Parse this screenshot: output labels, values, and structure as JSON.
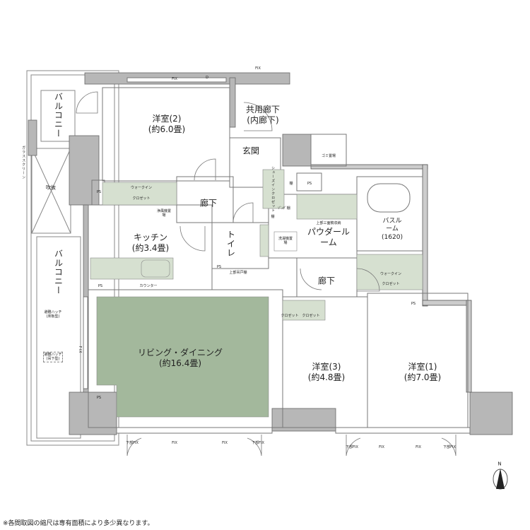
{
  "rooms": {
    "western2": {
      "name": "洋室(2)",
      "size": "(約6.0畳)"
    },
    "western3": {
      "name": "洋室(3)",
      "size": "(約4.8畳)"
    },
    "western1": {
      "name": "洋室(1)",
      "size": "(約7.0畳)"
    },
    "kitchen": {
      "name": "キッチン",
      "size": "(約3.4畳)"
    },
    "living": {
      "name": "リビング・ダイニング",
      "size": "(約16.4畳)"
    },
    "shared_corridor": {
      "name": "共用廊下",
      "sub": "(内廊下)"
    },
    "entrance": "玄関",
    "hall_upper": "廊下",
    "hall_lower": "廊下",
    "toilet": "トイレ",
    "powder": "パウダールーム",
    "bath": {
      "name": "バスルーム",
      "size": "(1620)"
    },
    "balcony_top": "バルコニー",
    "balcony_side": "バルコニー",
    "void": "吹抜"
  },
  "small_labels": {
    "wic": "ウォークイン",
    "closet": "クロゼット",
    "shoes_closet": "シューズインクロゼット",
    "shelf": "棚",
    "ps": "PS",
    "counter": "カウンター",
    "garbage": "ゴミ置場",
    "water_purifier": "浄風機置場",
    "washer": "洗濯機置場",
    "upper_door_storage": "上部吊戸棚",
    "upper_storage": "上部三面鏡収納",
    "glass_screen": "ガラススクリーン",
    "evac_hatch_1": "避難ハッチ(床板型)",
    "evac_hatch_2": "避難ハッチ(吊下型)",
    "fix": "FIX",
    "lower_fix": "下部FIX",
    "door_d": "D",
    "north": "N",
    "water_heater": "ｿﾞﾝﾃﾞ棚"
  },
  "footnote": "※各間取図の縮尺は専有面積により多少異なります。",
  "colors": {
    "green": "#a3b89c",
    "light_green": "#d6e0d0",
    "wall": "#b7b7b7",
    "line": "#777777"
  }
}
